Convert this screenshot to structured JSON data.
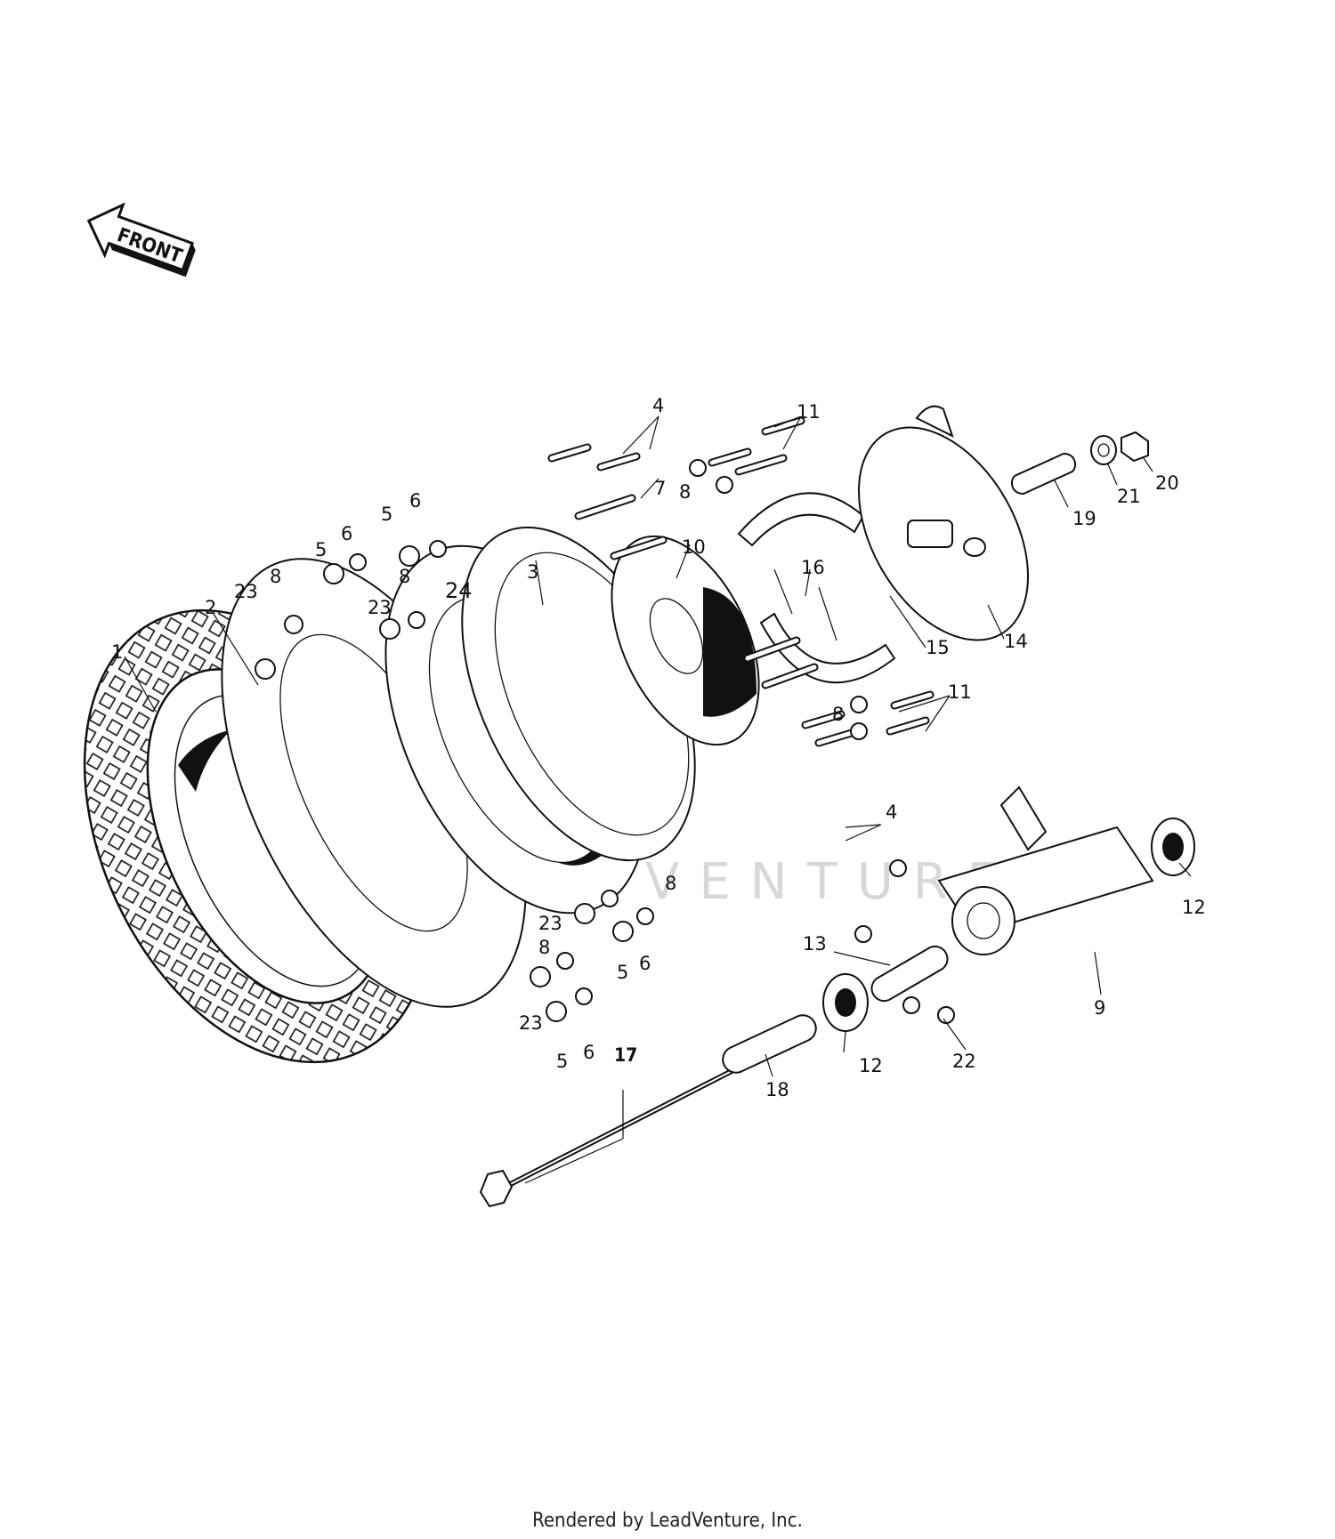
{
  "front_arrow": {
    "label": "FRONT"
  },
  "watermark": "LEADVENTURE",
  "footer": "Rendered by LeadVenture, Inc.",
  "callouts": [
    {
      "id": "c1",
      "text": "1"
    },
    {
      "id": "c2",
      "text": "2"
    },
    {
      "id": "c3",
      "text": "3"
    },
    {
      "id": "c4a",
      "text": "4"
    },
    {
      "id": "c4b",
      "text": "4"
    },
    {
      "id": "c5a",
      "text": "5"
    },
    {
      "id": "c5b",
      "text": "5"
    },
    {
      "id": "c5c",
      "text": "5"
    },
    {
      "id": "c5d",
      "text": "5"
    },
    {
      "id": "c6a",
      "text": "6"
    },
    {
      "id": "c6b",
      "text": "6"
    },
    {
      "id": "c6c",
      "text": "6"
    },
    {
      "id": "c6d",
      "text": "6"
    },
    {
      "id": "c7",
      "text": "7"
    },
    {
      "id": "c8a",
      "text": "8"
    },
    {
      "id": "c8b",
      "text": "8"
    },
    {
      "id": "c8c",
      "text": "8"
    },
    {
      "id": "c8d",
      "text": "8"
    },
    {
      "id": "c8e",
      "text": "8"
    },
    {
      "id": "c8f",
      "text": "8"
    },
    {
      "id": "c9",
      "text": "9"
    },
    {
      "id": "c10",
      "text": "10"
    },
    {
      "id": "c11a",
      "text": "11"
    },
    {
      "id": "c11b",
      "text": "11"
    },
    {
      "id": "c12a",
      "text": "12"
    },
    {
      "id": "c12b",
      "text": "12"
    },
    {
      "id": "c13",
      "text": "13"
    },
    {
      "id": "c14",
      "text": "14"
    },
    {
      "id": "c15",
      "text": "15"
    },
    {
      "id": "c16",
      "text": "16"
    },
    {
      "id": "c17",
      "text": "17"
    },
    {
      "id": "c18",
      "text": "18"
    },
    {
      "id": "c19",
      "text": "19"
    },
    {
      "id": "c20",
      "text": "20"
    },
    {
      "id": "c21",
      "text": "21"
    },
    {
      "id": "c22",
      "text": "22"
    },
    {
      "id": "c23a",
      "text": "23"
    },
    {
      "id": "c23b",
      "text": "23"
    },
    {
      "id": "c23c",
      "text": "23"
    },
    {
      "id": "c23d",
      "text": "23"
    },
    {
      "id": "c24",
      "text": "24"
    }
  ]
}
